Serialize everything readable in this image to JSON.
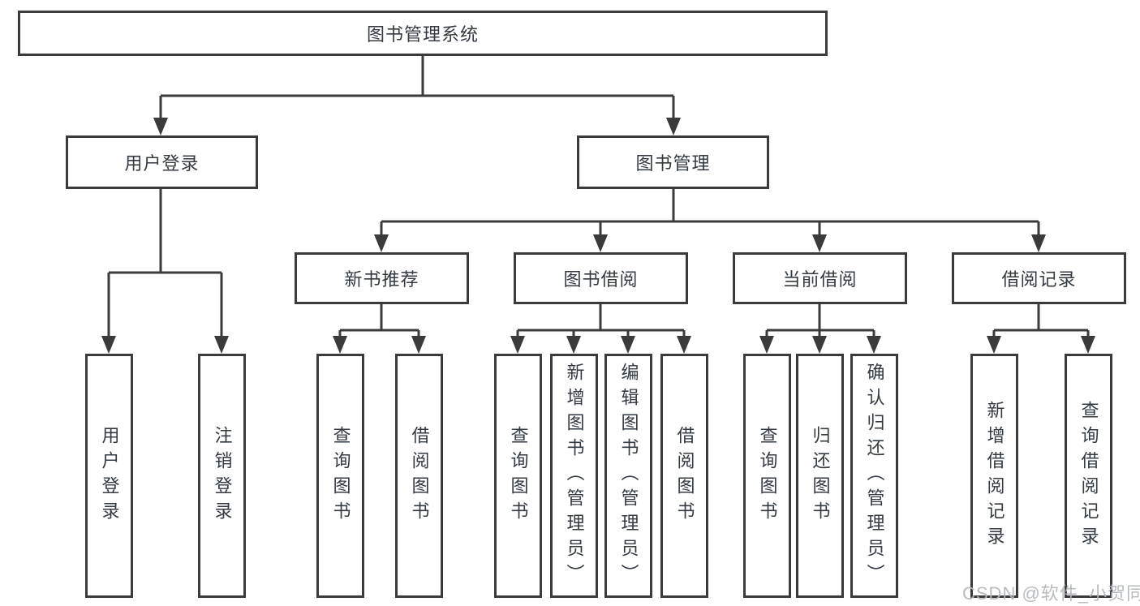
{
  "diagram_title": "图书管理系统",
  "colors": {
    "line": "#3b3b3b",
    "box_border": "#3b3b3b",
    "text": "#333a42",
    "background": "#ffffff",
    "watermark": "#b4b8bd"
  },
  "tree": {
    "root": {
      "label": "图书管理系统",
      "children": [
        {
          "label": "用户登录",
          "children": [
            {
              "label": "用户登录"
            },
            {
              "label": "注销登录"
            }
          ]
        },
        {
          "label": "图书管理",
          "children": [
            {
              "label": "新书推荐",
              "children": [
                {
                  "label": "查询图书"
                },
                {
                  "label": "借阅图书"
                }
              ]
            },
            {
              "label": "图书借阅",
              "children": [
                {
                  "label": "查询图书"
                },
                {
                  "label": "新增图书（管理员）"
                },
                {
                  "label": "编辑图书（管理员）"
                },
                {
                  "label": "借阅图书"
                }
              ]
            },
            {
              "label": "当前借阅",
              "children": [
                {
                  "label": "查询图书"
                },
                {
                  "label": "归还图书"
                },
                {
                  "label": "确认归还（管理员）"
                }
              ]
            },
            {
              "label": "借阅记录",
              "children": [
                {
                  "label": "新增借阅记录"
                },
                {
                  "label": "查询借阅记录"
                }
              ]
            }
          ]
        }
      ]
    }
  },
  "watermark": {
    "text": "CSDN @软件_小贺同学"
  }
}
